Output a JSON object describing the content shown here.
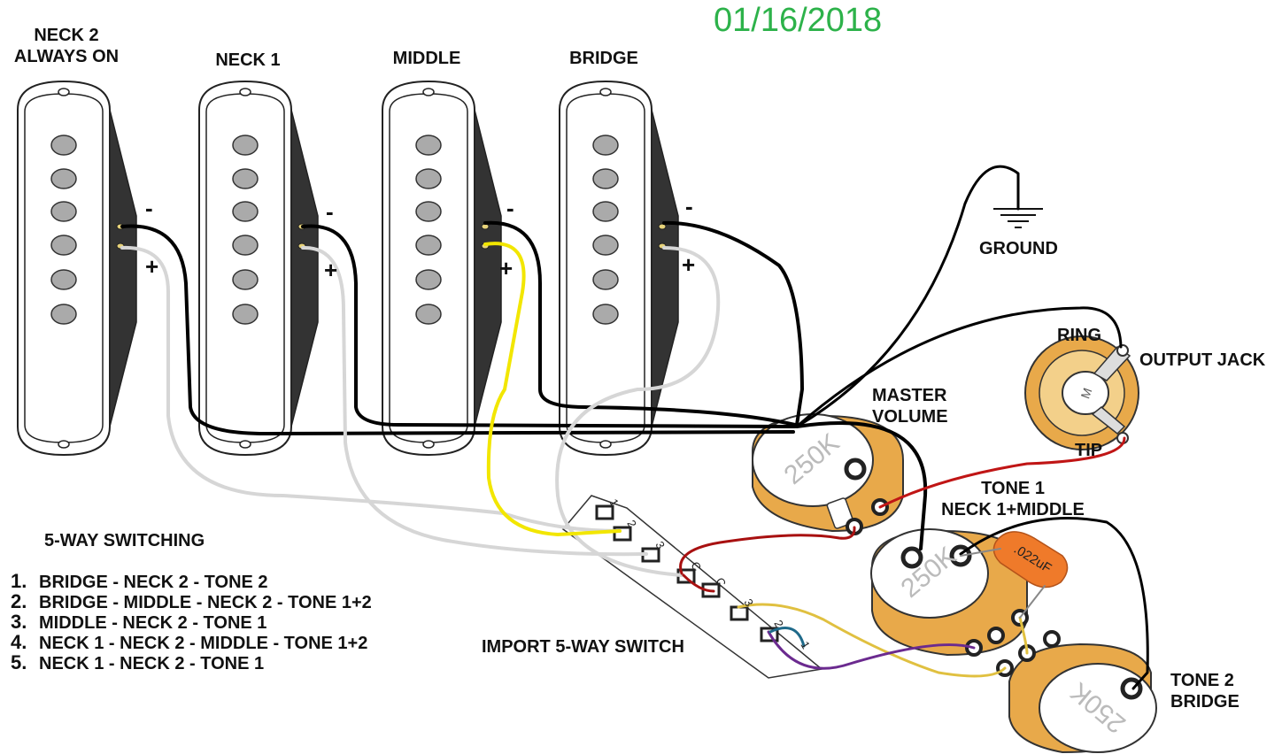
{
  "date": "01/16/2018",
  "pickups": [
    {
      "label_lines": [
        "NECK 2",
        "ALWAYS ON"
      ]
    },
    {
      "label_lines": [
        "NECK 1"
      ]
    },
    {
      "label_lines": [
        "MIDDLE"
      ]
    },
    {
      "label_lines": [
        "BRIDGE"
      ]
    }
  ],
  "signs": {
    "minus": "-",
    "plus": "+"
  },
  "ground_label": "GROUND",
  "output_jack": {
    "label": "OUTPUT JACK",
    "ring_label": "RING",
    "tip_label": "TIP",
    "center_mark": "M"
  },
  "master_volume": {
    "label_lines": [
      "MASTER",
      "VOLUME"
    ],
    "value": "250K"
  },
  "tone1": {
    "label_lines": [
      "TONE 1",
      "NECK 1+MIDDLE"
    ],
    "value": "250K"
  },
  "tone2": {
    "label_lines": [
      "TONE 2",
      "BRIDGE"
    ],
    "value": "250K"
  },
  "capacitor": {
    "value": ".022uF"
  },
  "switch": {
    "label": "IMPORT 5-WAY SWITCH",
    "terminal_numbers": [
      "1",
      "2",
      "3",
      "C",
      "C",
      "3",
      "2",
      "1"
    ]
  },
  "switching": {
    "title": "5-WAY SWITCHING",
    "positions": [
      {
        "num": "1.",
        "text": "BRIDGE - NECK 2 - TONE 2"
      },
      {
        "num": "2.",
        "text": "BRIDGE - MIDDLE - NECK 2 - TONE 1+2"
      },
      {
        "num": "3.",
        "text": "MIDDLE - NECK 2 - TONE 1"
      },
      {
        "num": "4.",
        "text": "NECK 1 - NECK 2 - MIDDLE - TONE 1+2"
      },
      {
        "num": "5.",
        "text": "NECK 1 - NECK 2 - TONE 1"
      }
    ]
  },
  "colors": {
    "ground_wire": "#000000",
    "hot_wire": "#d6d6d6",
    "yellow_wire": "#f2e600",
    "red_wire": "#a81010",
    "purple_wire": "#6b2a8f",
    "gold_wire": "#e0c040",
    "pot_body": "#e8a94a",
    "capacitor": "#ef7a2a",
    "date": "#2db24a"
  }
}
